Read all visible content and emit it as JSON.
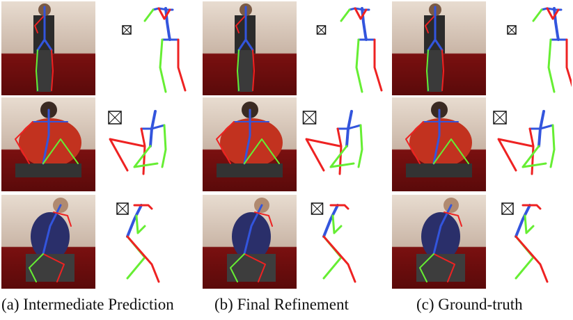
{
  "figure": {
    "columns": [
      {
        "caption": "(a) Intermediate Prediction"
      },
      {
        "caption": "(b) Final Refinement"
      },
      {
        "caption": "(c) Ground-truth"
      }
    ],
    "rows": [
      {
        "scene": "standing"
      },
      {
        "scene": "sitting"
      },
      {
        "scene": "crouching"
      }
    ],
    "colors": {
      "spine": "#3355dd",
      "right_limb": "#ee2222",
      "left_limb": "#66ee33",
      "camera": "#111111",
      "wall": "#e8dcd0",
      "carpet": "#7a1010"
    }
  }
}
